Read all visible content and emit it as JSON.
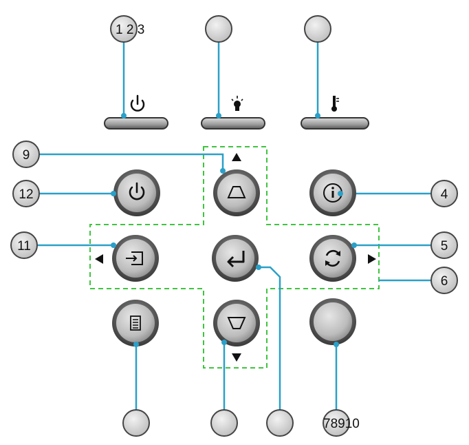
{
  "colors": {
    "leader_line": "#2aa0c8",
    "dashed_outline": "#3ec43e",
    "callout_fill": "#d8d8d8",
    "button_fill": "#bdbdbd",
    "glyph": "#111111"
  },
  "callouts": {
    "power_led": "1 2 3",
    "keystone_up": "9",
    "power_button": "12",
    "info_button": "4",
    "source_button": "11",
    "resync_button": "5",
    "four_way_keypad": "6",
    "blank_button": "78910",
    "lamp_led": "",
    "temp_led": "",
    "menu_button": "",
    "keystone_down": "",
    "enter_button": ""
  },
  "icons": {
    "power_led": "power-icon",
    "lamp_led": "lamp-icon",
    "temp_led": "thermometer-icon",
    "keystone_up": "trapezoid-up-icon",
    "keystone_down": "trapezoid-down-icon",
    "power_button": "power-icon",
    "info_button": "info-icon",
    "source_button": "source-icon",
    "enter_button": "enter-icon",
    "resync_button": "resync-icon",
    "menu_button": "menu-icon",
    "arrow_up": "arrow-up-icon",
    "arrow_down": "arrow-down-icon",
    "arrow_left": "arrow-left-icon",
    "arrow_right": "arrow-right-icon"
  }
}
